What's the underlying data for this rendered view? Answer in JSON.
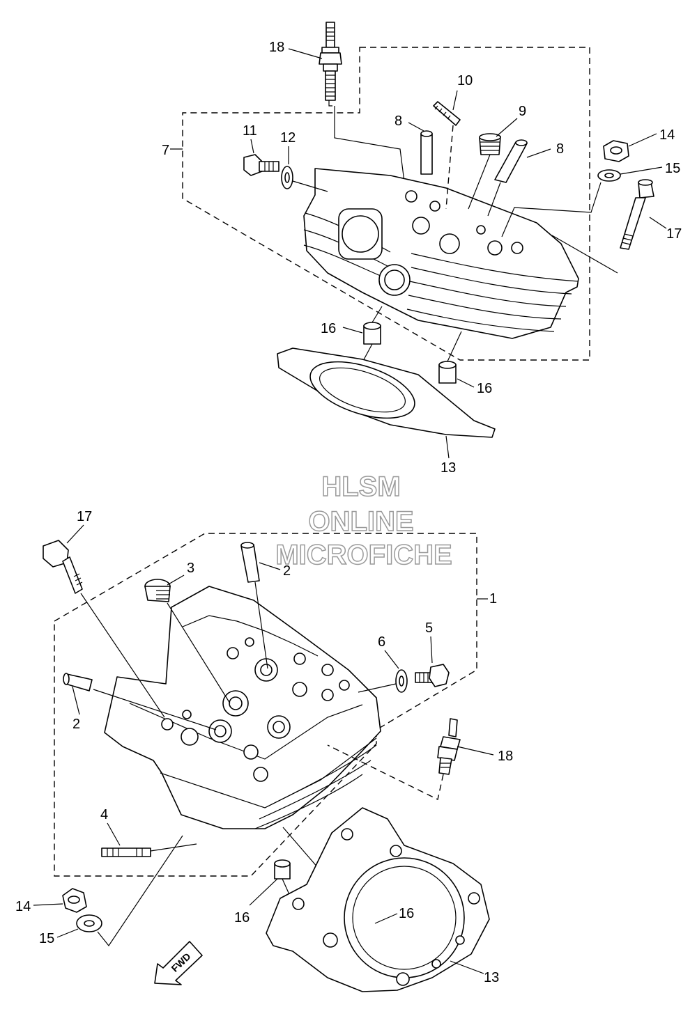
{
  "watermark": {
    "line1": "HLSM",
    "line2": "ONLINE",
    "line3": "MICROFICHE"
  },
  "direction_label": "FWD",
  "callouts": {
    "c1": "1",
    "c2a": "2",
    "c2b": "2",
    "c3": "3",
    "c4": "4",
    "c5": "5",
    "c6": "6",
    "c7": "7",
    "c8a": "8",
    "c8b": "8",
    "c9": "9",
    "c10": "10",
    "c11": "11",
    "c12": "12",
    "c13a": "13",
    "c13b": "13",
    "c14a": "14",
    "c14b": "14",
    "c15a": "15",
    "c15b": "15",
    "c16a": "16",
    "c16b": "16",
    "c16c": "16",
    "c16d": "16",
    "c17a": "17",
    "c17b": "17",
    "c18a": "18",
    "c18b": "18"
  },
  "colors": {
    "line": "#000000",
    "background": "#ffffff",
    "watermark_outline": "#9a9a9a"
  }
}
